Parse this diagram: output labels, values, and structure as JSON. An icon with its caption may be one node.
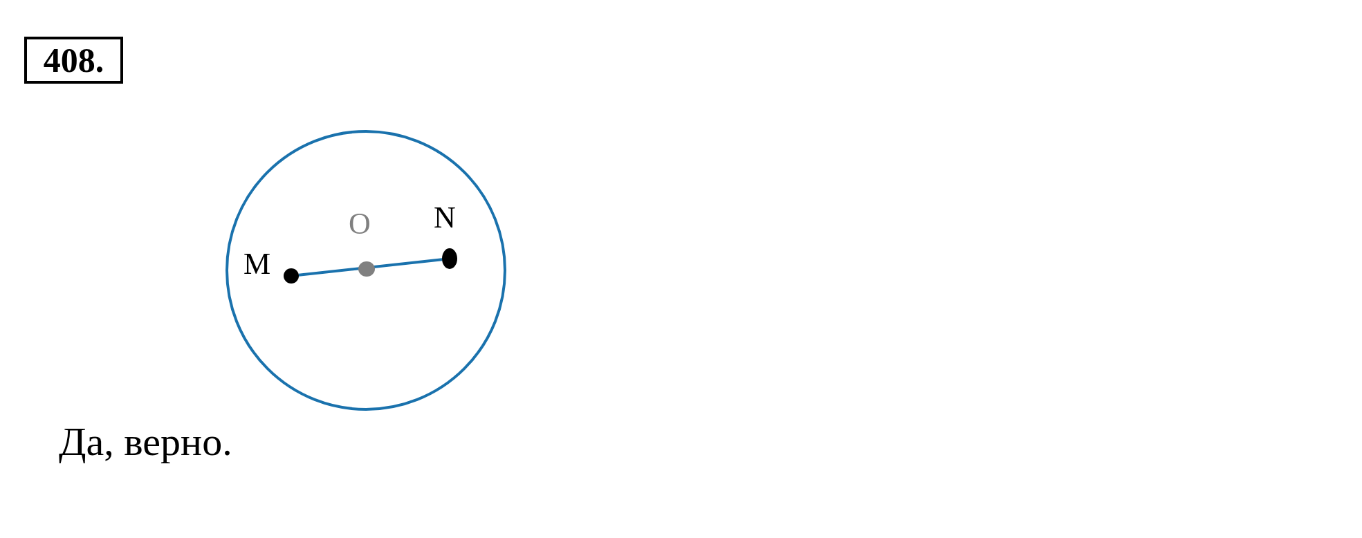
{
  "diagram": {
    "nodes": [
      {
        "text": [
          "M"
        ]
      },
      {
        "text": [
          "O"
        ]
      },
      {
        "text": [
          "N"
        ]
      }
    ],
    "edges": [
      {
        "from": 0,
        "to": 2,
        "arrow": "none"
      }
    ],
    "labels": [
      "408.",
      "Да, верно."
    ]
  }
}
